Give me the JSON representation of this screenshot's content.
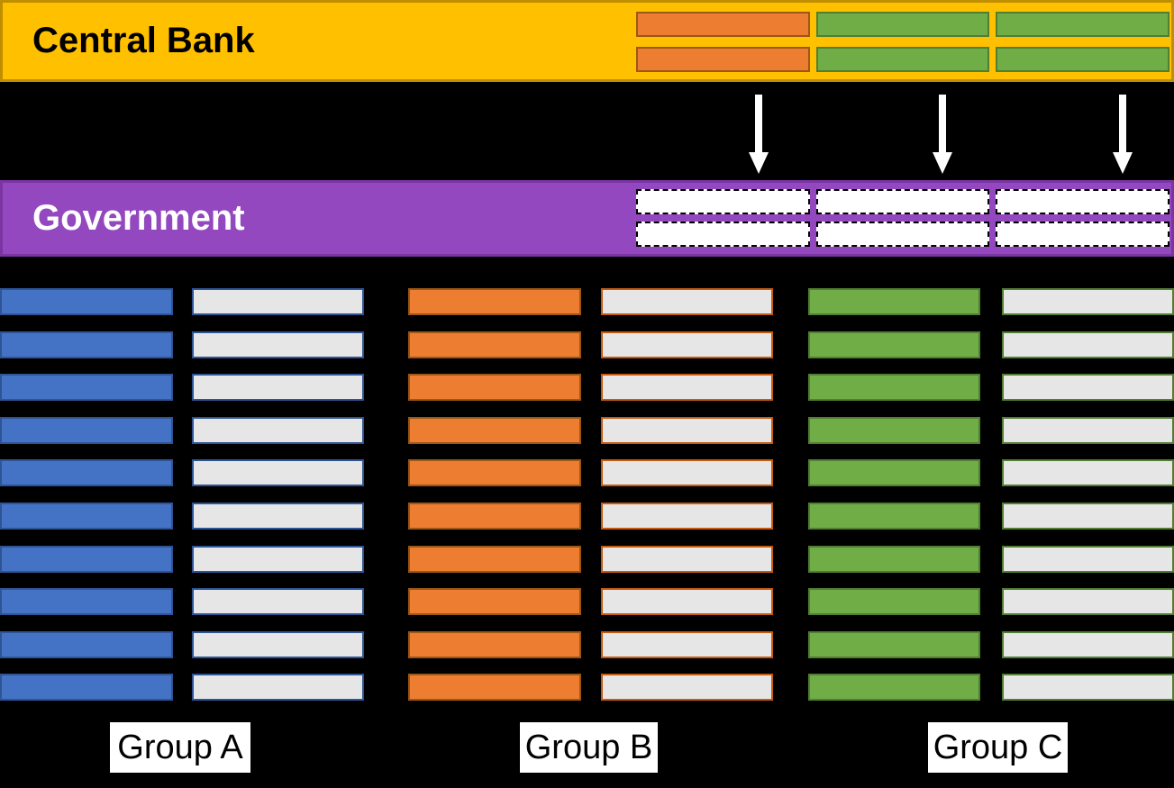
{
  "central_bank": {
    "title": "Central Bank",
    "reserve_columns": [
      "orange",
      "green",
      "green"
    ],
    "rows": 2
  },
  "government": {
    "title": "Government",
    "slot_columns": 3,
    "rows": 2
  },
  "arrows": {
    "count": 3,
    "direction": "down"
  },
  "groups": [
    {
      "label": "Group A",
      "color": "blue",
      "bar_rows": 10
    },
    {
      "label": "Group B",
      "color": "orange",
      "bar_rows": 10
    },
    {
      "label": "Group C",
      "color": "green",
      "bar_rows": 10
    }
  ],
  "colors": {
    "background": "#000000",
    "gold": "#FFC000",
    "gold_border": "#BF8F00",
    "purple": "#9348BF",
    "purple_border": "#7B35A3",
    "blue": "#4472C4",
    "blue_border": "#2F5496",
    "orange": "#ED7D31",
    "orange_border": "#9C5716",
    "orange_outline": "#C55A11",
    "green": "#70AD47",
    "green_border": "#507E32",
    "gray": "#E7E6E6",
    "white": "#FFFFFF",
    "black": "#000000"
  }
}
